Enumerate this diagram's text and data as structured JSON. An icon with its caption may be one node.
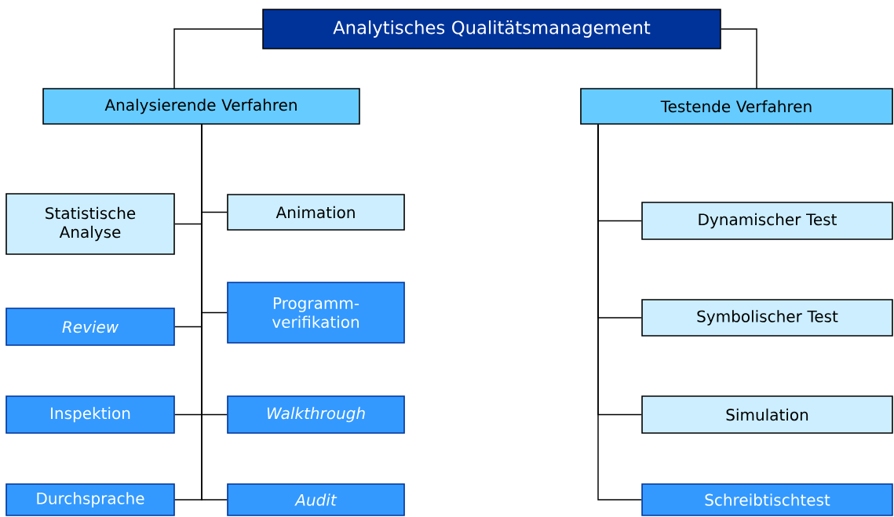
{
  "diagram": {
    "nodes": [
      {
        "text": [
          "Analytisches Qualitätsmanagement"
        ]
      },
      {
        "text": [
          "Analysierende Verfahren"
        ]
      },
      {
        "text": [
          "Testende Verfahren"
        ]
      },
      {
        "text": [
          "Statistische Analyse"
        ]
      },
      {
        "text": [
          "Animation"
        ]
      },
      {
        "text": [
          "Review"
        ]
      },
      {
        "text": [
          "Programm- verifikation"
        ]
      },
      {
        "text": [
          "Inspektion"
        ]
      },
      {
        "text": [
          "Walkthrough"
        ]
      },
      {
        "text": [
          "Durchsprache"
        ]
      },
      {
        "text": [
          "Audit"
        ]
      },
      {
        "text": [
          "Dynamischer Test"
        ]
      },
      {
        "text": [
          "Symbolischer Test"
        ]
      },
      {
        "text": [
          "Simulation"
        ]
      },
      {
        "text": [
          "Schreibtischtest"
        ]
      }
    ],
    "edges": [
      {
        "from": 0,
        "to": 1,
        "arrow": "none"
      },
      {
        "from": 0,
        "to": 2,
        "arrow": "none"
      },
      {
        "from": 1,
        "to": 3,
        "arrow": "none"
      },
      {
        "from": 1,
        "to": 4,
        "arrow": "none"
      },
      {
        "from": 1,
        "to": 5,
        "arrow": "none"
      },
      {
        "from": 1,
        "to": 6,
        "arrow": "none"
      },
      {
        "from": 1,
        "to": 7,
        "arrow": "none"
      },
      {
        "from": 1,
        "to": 8,
        "arrow": "none"
      },
      {
        "from": 1,
        "to": 9,
        "arrow": "none"
      },
      {
        "from": 1,
        "to": 10,
        "arrow": "none"
      },
      {
        "from": 2,
        "to": 11,
        "arrow": "none"
      },
      {
        "from": 2,
        "to": 12,
        "arrow": "none"
      },
      {
        "from": 2,
        "to": 13,
        "arrow": "none"
      },
      {
        "from": 2,
        "to": 14,
        "arrow": "none"
      }
    ]
  }
}
